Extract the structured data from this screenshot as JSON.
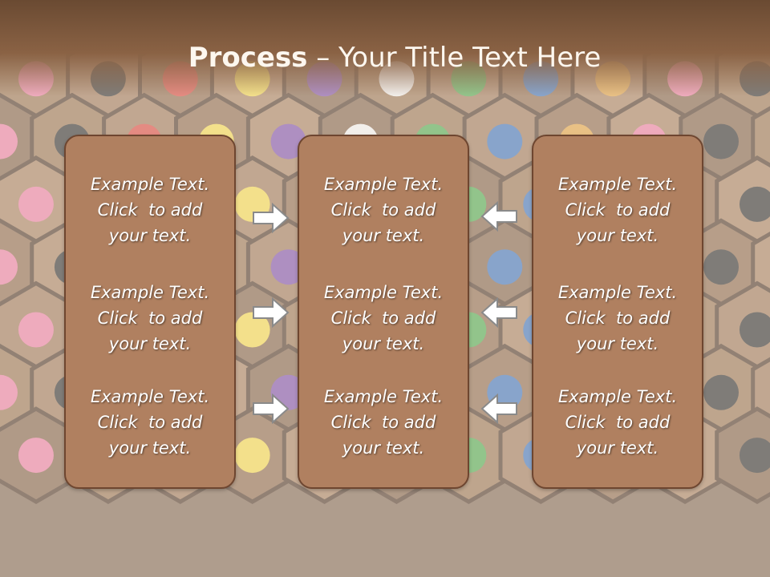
{
  "slide": {
    "title_bold": "Process",
    "title_rest": " – Your Title Text Here"
  },
  "columns": [
    {
      "items": [
        {
          "line1": "Example Text.",
          "line2": "Click  to add",
          "line3": "your text."
        },
        {
          "line1": "Example Text.",
          "line2": "Click  to add",
          "line3": "your text."
        },
        {
          "line1": "Example Text.",
          "line2": "Click  to add",
          "line3": "your text."
        }
      ]
    },
    {
      "items": [
        {
          "line1": "Example Text.",
          "line2": "Click  to add",
          "line3": "your text."
        },
        {
          "line1": "Example Text.",
          "line2": "Click  to add",
          "line3": "your text."
        },
        {
          "line1": "Example Text.",
          "line2": "Click  to add",
          "line3": "your text."
        }
      ]
    },
    {
      "items": [
        {
          "line1": "Example Text.",
          "line2": "Click  to add",
          "line3": "your text."
        },
        {
          "line1": "Example Text.",
          "line2": "Click  to add",
          "line3": "your text."
        },
        {
          "line1": "Example Text.",
          "line2": "Click  to add",
          "line3": "your text."
        }
      ]
    }
  ],
  "colors": {
    "box_fill": "#b08060",
    "box_border": "#6e4630",
    "title_band": "#7a5438",
    "arrow_fill": "#ffffff",
    "arrow_stroke": "#8a8a8a"
  },
  "icons": {
    "right_arrows": "arrow-right-icon",
    "left_arrows": "arrow-left-icon",
    "background": "colored-pencils-background"
  }
}
